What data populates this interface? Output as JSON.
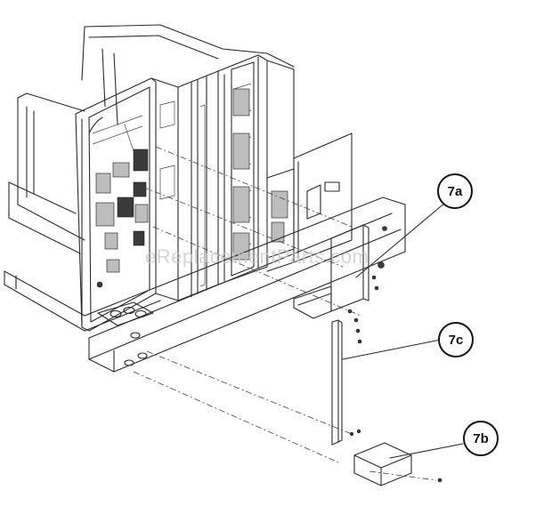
{
  "diagram": {
    "callouts": [
      {
        "id": "7a",
        "label": "7a"
      },
      {
        "id": "7c",
        "label": "7c"
      },
      {
        "id": "7b",
        "label": "7b"
      }
    ],
    "watermark": "eReplacementParts.com"
  }
}
